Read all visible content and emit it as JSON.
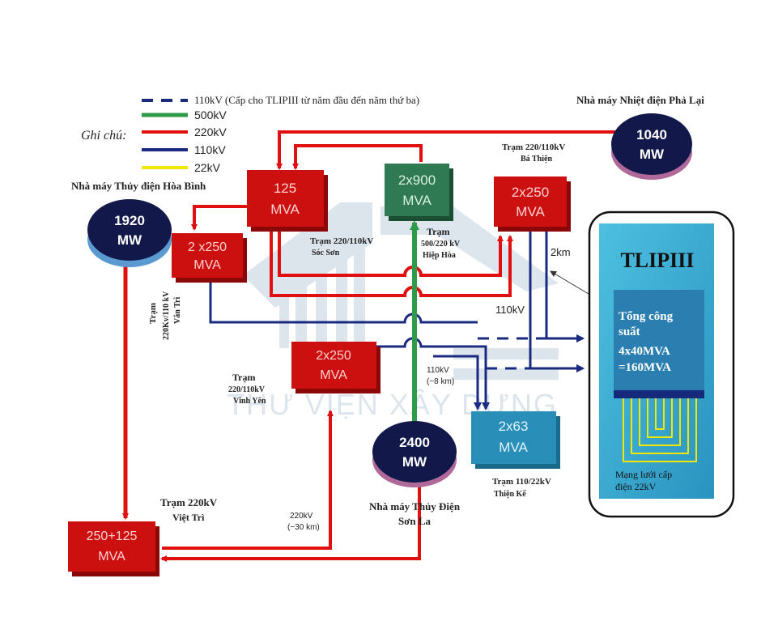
{
  "legend": {
    "title": "Ghi chú:",
    "items": [
      {
        "label": "110kV  (Cấp cho TLIPIII  từ năm đầu đến năm thứ ba)",
        "color": "#1a2a80",
        "style": "dashed"
      },
      {
        "label": "500kV",
        "color": "#2e9a4a",
        "style": "solid"
      },
      {
        "label": "220kV",
        "color": "#e01010",
        "style": "solid"
      },
      {
        "label": "110kV",
        "color": "#1a2a80",
        "style": "solid"
      },
      {
        "label": "22kV",
        "color": "#f0e800",
        "style": "solid"
      }
    ]
  },
  "plants": {
    "pha_lai": {
      "title": "Nhà máy  Nhiệt điện Phả Lại",
      "value": "1040",
      "unit": "MW"
    },
    "hoa_binh": {
      "title": "Nhà máy Thủy điện Hòa Bình",
      "value": "1920",
      "unit": "MW"
    },
    "son_la": {
      "title_line1": "Nhà máy Thủy Điện",
      "title_line2": "Sơn La",
      "value": "2400",
      "unit": "MW"
    }
  },
  "stations": {
    "soc_son": {
      "cap1": "125",
      "cap2": "MVA",
      "label1": "Trạm  220/110kV",
      "label2": "Sóc Sơn"
    },
    "hiep_hoa": {
      "cap1": "2x900",
      "cap2": "MVA",
      "label1": "Trạm",
      "label2": "500/220 kV",
      "label3": "Hiệp Hòa"
    },
    "ba_thien": {
      "cap1": "2x250",
      "cap2": "MVA",
      "label1": "Trạm  220/110kV",
      "label2": "Bá Thiện"
    },
    "van_tri": {
      "cap1": "2 x250",
      "cap2": "MVA",
      "label1": "Trạm",
      "label2": "220Kv/110 kV",
      "label3": "Vân Trì"
    },
    "vinh_yen": {
      "cap1": "2x250",
      "cap2": "MVA",
      "label1": "Trạm",
      "label2": "220/110kV",
      "label3": "Vĩnh Yên"
    },
    "thien_ke": {
      "cap1": "2x63",
      "cap2": "MVA",
      "label1": "Trạm  110/22kV",
      "label2": "Thiện Kế"
    },
    "viet_tri": {
      "cap1": "250+125",
      "cap2": "MVA",
      "label1": "Trạm  220kV",
      "label2": "Việt Trì"
    }
  },
  "tlip": {
    "title": "TLIPIII",
    "cap_line1": "Tổng công",
    "cap_line2": "suất",
    "cap_line3": "4x40MVA",
    "cap_line4": "=160MVA",
    "grid_line1": "Mạng lưới cấp",
    "grid_line2": "điện  22kV"
  },
  "annotations": {
    "km2": "2km",
    "kv110": "110kV",
    "line_110_1": "110kV",
    "line_110_2": "(~8 km)",
    "line_220_1": "220kV",
    "line_220_2": "(~30 km)"
  },
  "watermark": "THƯ VIỆN XÂY DỰNG",
  "colors": {
    "red_box": "#cc1010",
    "green_box": "#2f7a52",
    "teal_box": "#2a8fb8",
    "navy_circle": "#12184a",
    "line_red": "#e01010",
    "line_navy": "#1a2a80",
    "line_green": "#2e9a4a",
    "line_yellow": "#f0e800",
    "tlip_bg": "#3fb4d8"
  }
}
